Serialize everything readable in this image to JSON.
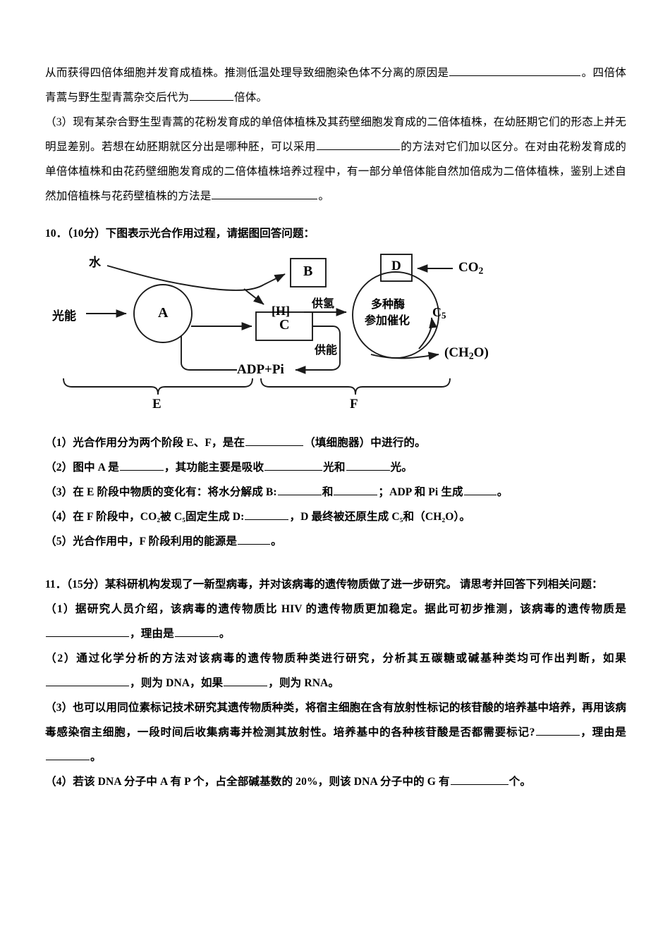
{
  "document": {
    "type": "exam-paper",
    "language": "zh-CN",
    "page_background": "#ffffff",
    "text_color": "#000000"
  },
  "continued_question": {
    "line1_a": "从而获得四倍体细胞并发育成植株。推测低温处理导致细胞染色体不分离的原因是",
    "line1_b": "。四倍体青蒿与野生型青蒿杂交后代为",
    "line1_c": "倍体。",
    "part3_label": "（3）",
    "part3_a": "现有某杂合野生型青蒿的花粉发育成的单倍体植株及其药壁细胞发育成的二倍体植株，在幼胚期它们的形态上并无明显差别。若想在幼胚期就区分出是哪种胚，可以采用",
    "part3_b": "的方法对它们加以区分。在对由花粉发育成的单倍体植株和由花药壁细胞发育成的二倍体植株培养过程中，有一部分单倍体能自然加倍成为二倍体植株，鉴别上述自然加倍植株与花药壁植株的方法是",
    "part3_c": "。"
  },
  "question10": {
    "number": "10",
    "number_sep": "．",
    "score": "（10分）",
    "stem": "下图表示光合作用过程，请据图回答问题：",
    "figure": {
      "name": "photosynthesis-process-diagram",
      "labels": {
        "light_energy": "光能",
        "water": "水",
        "circle_a": "A",
        "box_b": "B",
        "box_c": "C",
        "box_d": "D",
        "h_bracket": "[H]",
        "supply_hydrogen": "供氢",
        "supply_energy": "供能",
        "adp_pi": "ADP+Pi",
        "co2": "CO",
        "co2_sub": "2",
        "c5": "C",
        "c5_sub": "5",
        "ch2o": "(CH",
        "ch2o_sub": "2",
        "ch2o_tail": "O)",
        "enzymes_line1": "多种酶",
        "enzymes_line2": "参加催化",
        "stage_e": "E",
        "stage_f": "F"
      }
    },
    "sub_questions": [
      {
        "label": "（1）",
        "parts": [
          "光合作用分为两个阶段 E、F，是在",
          "（填细胞器）中进行的。"
        ],
        "blanks": [
          "b-sm"
        ]
      },
      {
        "label": "（2）",
        "parts": [
          "图中 A 是",
          "，其功能主要是吸收",
          "光和",
          "光。"
        ],
        "blanks": [
          "b-xs",
          "b-sm",
          "b-xs"
        ]
      },
      {
        "label": "（3）",
        "parts": [
          "在 E 阶段中物质的变化有：将水分解成 B:",
          "和",
          "；ADP 和 Pi 生成",
          "。"
        ],
        "blanks": [
          "b-xs",
          "b-xs",
          "b-tiny"
        ]
      },
      {
        "label": "（4）",
        "parts": [
          "在 F 阶段中，CO₂被 C₅固定生成 D:",
          "，D 最终被还原生成 C₅和（CH₂O）。"
        ],
        "blanks": [
          "b-xs"
        ]
      },
      {
        "label": "（5）",
        "parts": [
          "光合作用中，F 阶段利用的能源是",
          "。"
        ],
        "blanks": [
          "b-tiny"
        ]
      }
    ]
  },
  "question11": {
    "number": "11",
    "number_sep": "．",
    "score": "（15分）",
    "stem": "某科研机构发现了一新型病毒，并对该病毒的遗传物质做了进一步研究。 请思考并回答下列相关问题：",
    "sub_questions": [
      {
        "label": "（1）",
        "text_a": "据研究人员介绍，该病毒的遗传物质比 HIV 的遗传物质更加稳定。据此可初步推测，该病毒的遗传物质是",
        "text_b": "，理由是",
        "text_c": "。"
      },
      {
        "label": "（2）",
        "text_a": "通过化学分析的方法对该病毒的遗传物质种类进行研究，分析其五碳糖或碱基种类均可作出判断，如果",
        "text_b": "，则为 DNA，如果",
        "text_c": "，则为 RNA。"
      },
      {
        "label": "（3）",
        "text_a": "也可以用同位素标记技术研究其遗传物质种类，将宿主细胞在含有放射性标记的核苷酸的培养基中培养，再用该病毒感染宿主细胞，一段时间后收集病毒并检测其放射性。培养基中的各种核苷酸是否都需要标记?",
        "text_b": "，理由是",
        "text_c": "。"
      },
      {
        "label": "（4）",
        "text_a": "若该 DNA 分子中 A 有 P 个，占全部碱基数的 20%，则该 DNA 分子中的 G 有",
        "text_b": "个。"
      }
    ]
  }
}
